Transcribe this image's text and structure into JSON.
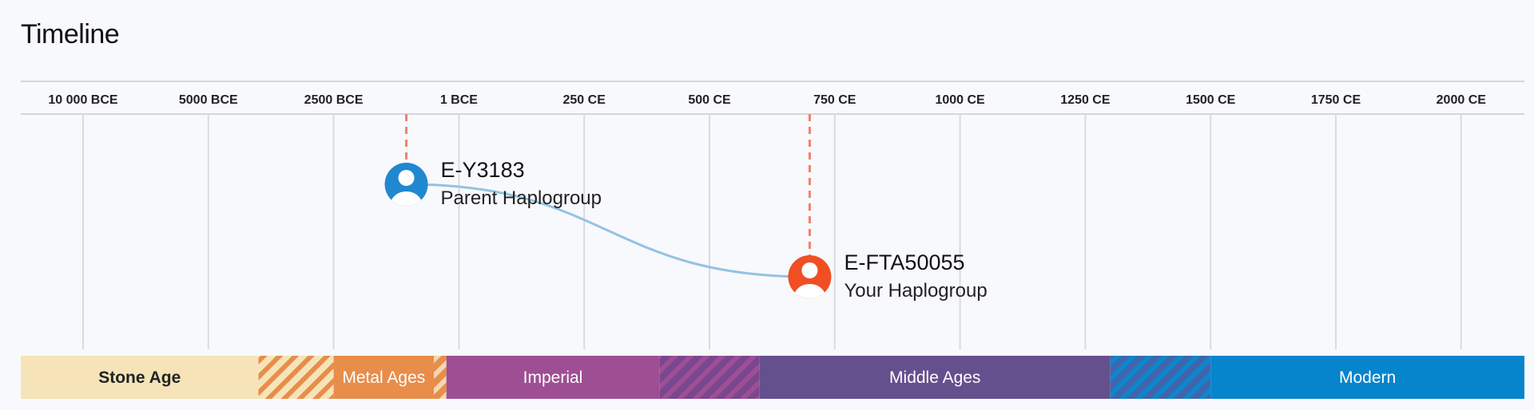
{
  "title": "Timeline",
  "chart_data": {
    "type": "timeline",
    "ticks": [
      "10 000 BCE",
      "5000 BCE",
      "2500 BCE",
      "1 BCE",
      "250 CE",
      "500 CE",
      "750 CE",
      "1000 CE",
      "1250 CE",
      "1500 CE",
      "1750 CE",
      "2000 CE"
    ],
    "nodes": [
      {
        "name": "E-Y3183",
        "label": "Parent Haplogroup",
        "year": -1050,
        "color": "#1f88d0"
      },
      {
        "name": "E-FTA50055",
        "label": "Your Haplogroup",
        "year": 700,
        "color": "#f04e23"
      }
    ],
    "connector_color": "#93c3e3",
    "marker_line_color": "#f0826a",
    "eras": [
      {
        "label": "Stone Age",
        "start_tick": 0,
        "end_tick": 1.4,
        "color": "#f6e4b8",
        "text_color": "#222222",
        "bold": true
      },
      {
        "label": "",
        "start_tick": 1.4,
        "end_tick": 2.0,
        "color": "#f6e4b8",
        "stripe_color": "#e88d4a",
        "text_color": "#222222",
        "bold": false
      },
      {
        "label": "Metal Ages",
        "start_tick": 2.0,
        "end_tick": 2.8,
        "color": "#e88d4a",
        "text_color": "#ffffff",
        "bold": false
      },
      {
        "label": "",
        "start_tick": 2.8,
        "end_tick": 2.9,
        "color": "#e88d4a",
        "stripe_color": "#f6d6b0",
        "text_color": "#ffffff",
        "bold": false
      },
      {
        "label": "Imperial",
        "start_tick": 2.9,
        "end_tick": 4.6,
        "color": "#9e4f94",
        "text_color": "#ffffff",
        "bold": false
      },
      {
        "label": "",
        "start_tick": 4.6,
        "end_tick": 5.4,
        "color": "#7a4690",
        "stripe_color": "#9e4f94",
        "text_color": "#ffffff",
        "bold": false
      },
      {
        "label": "Middle Ages",
        "start_tick": 5.4,
        "end_tick": 8.2,
        "color": "#65508e",
        "text_color": "#ffffff",
        "bold": false
      },
      {
        "label": "",
        "start_tick": 8.2,
        "end_tick": 9.0,
        "color": "#3e66ae",
        "stripe_color": "#0e86cc",
        "text_color": "#ffffff",
        "bold": false
      },
      {
        "label": "Modern",
        "start_tick": 9.0,
        "end_tick": 11.5,
        "color": "#0685cc",
        "text_color": "#ffffff",
        "bold": false
      }
    ]
  }
}
